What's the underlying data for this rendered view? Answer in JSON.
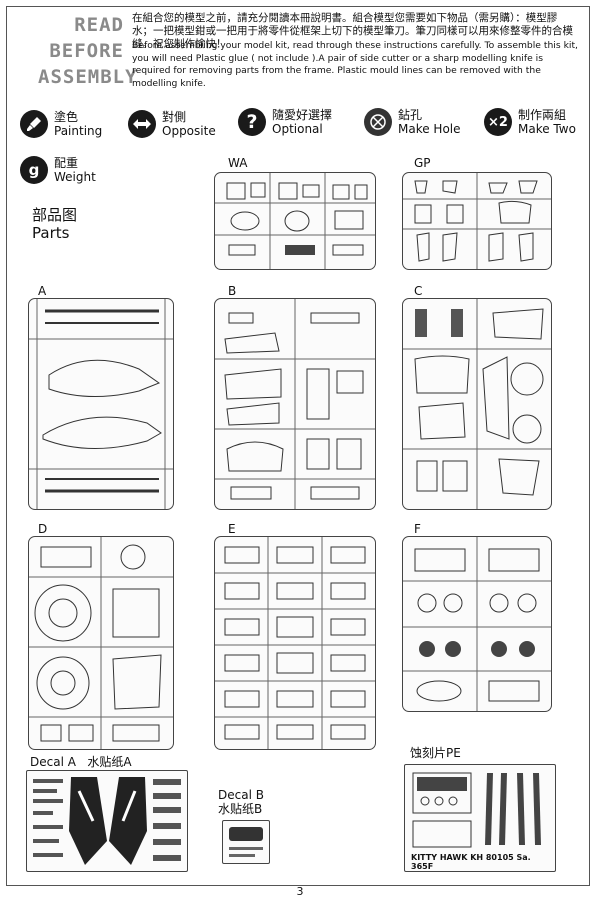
{
  "header": {
    "rba": [
      "READ",
      "BEFORE",
      "ASSEMBLY"
    ],
    "intro_cn": "在組合您的模型之前，請充分閱讀本冊說明書。組合模型您需要如下物品（需另購）：模型膠水；一把模型鉗或一把用于將零件從框架上切下的模型筆刀。筆刀同樣可以用來修整零件的合模縫。祝您制作愉快！",
    "intro_en": "Before assembling your model kit, read through these instructions carefully. To assemble this kit, you will need Plastic glue ( not include ).A pair of side cutter or a sharp modelling knife is required for removing parts from the frame. Plastic mould lines can be removed with the modelling knife."
  },
  "symbols": [
    {
      "icon": "paint-brush-icon",
      "cn": "塗色",
      "en": "Painting"
    },
    {
      "icon": "opposite-arrows-icon",
      "cn": "對側",
      "en": "Opposite"
    },
    {
      "icon": "question-mark-icon",
      "cn": "隨愛好選擇",
      "en": "Optional"
    },
    {
      "icon": "drill-hole-icon",
      "cn": "鉆孔",
      "en": "Make Hole"
    },
    {
      "icon": "times-two-icon",
      "glyph": "×2",
      "cn": "制作兩組",
      "en": "Make Two"
    },
    {
      "icon": "weight-icon",
      "glyph": "g",
      "cn": "配重",
      "en": "Weight"
    }
  ],
  "parts_title": {
    "cn": "部品图",
    "en": "Parts"
  },
  "sprues": [
    "WA",
    "GP",
    "A",
    "B",
    "C",
    "D",
    "E",
    "F"
  ],
  "decals": {
    "a_label": "Decal A",
    "a_cn": "水贴纸A",
    "b_label": "Decal B",
    "b_cn": "水贴纸B",
    "pe_label": "蚀刻片PE",
    "pe_imprint": "KITTY HAWK KH 80105 Sa. 365F"
  },
  "page_number": "3"
}
